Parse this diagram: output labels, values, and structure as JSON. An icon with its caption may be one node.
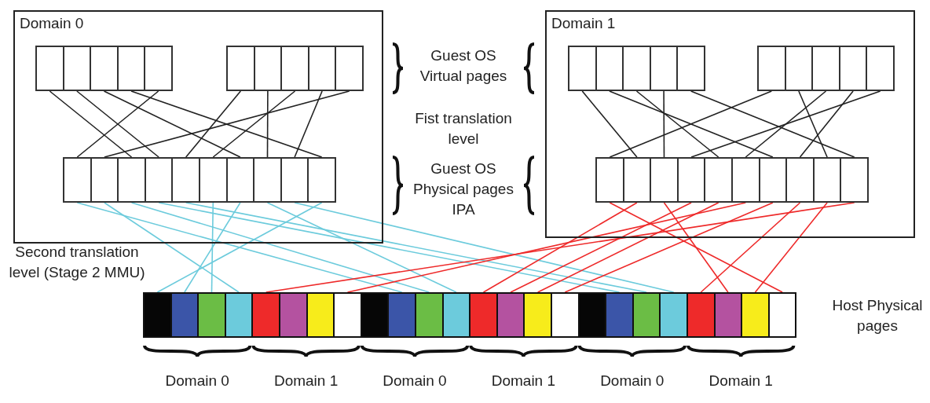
{
  "diagram": {
    "nodes": [
      {
        "text": [
          "Domain 0"
        ]
      },
      {
        "text": [],
        "shape": "box",
        "in": 0
      },
      {
        "text": [],
        "shape": "box",
        "in": 0
      },
      {
        "text": [],
        "shape": "box",
        "in": 0
      },
      {
        "text": [],
        "shape": "box",
        "in": 0
      },
      {
        "text": [],
        "shape": "box",
        "in": 0
      },
      {
        "text": [],
        "shape": "box",
        "in": 0
      },
      {
        "text": [],
        "shape": "box",
        "in": 0
      },
      {
        "text": [],
        "shape": "box",
        "in": 0
      },
      {
        "text": [],
        "shape": "box",
        "in": 0
      },
      {
        "text": [],
        "shape": "box",
        "in": 0
      },
      {
        "text": [],
        "shape": "box",
        "in": 0
      },
      {
        "text": [],
        "shape": "box",
        "in": 0
      },
      {
        "text": [],
        "shape": "box",
        "in": 0
      },
      {
        "text": [],
        "shape": "box",
        "in": 0
      },
      {
        "text": [],
        "shape": "box",
        "in": 0
      },
      {
        "text": [],
        "shape": "box",
        "in": 0
      },
      {
        "text": [],
        "shape": "box",
        "in": 0
      },
      {
        "text": [],
        "shape": "box",
        "in": 0
      },
      {
        "text": [],
        "shape": "box",
        "in": 0
      },
      {
        "text": [],
        "shape": "box",
        "in": 0
      },
      {
        "text": [
          "Domain 1"
        ]
      },
      {
        "text": [],
        "shape": "box",
        "in": 21
      },
      {
        "text": [],
        "shape": "box",
        "in": 21
      },
      {
        "text": [],
        "shape": "box",
        "in": 21
      },
      {
        "text": [],
        "shape": "box",
        "in": 21
      },
      {
        "text": [],
        "shape": "box",
        "in": 21
      },
      {
        "text": [],
        "shape": "box",
        "in": 21
      },
      {
        "text": [],
        "shape": "box",
        "in": 21
      },
      {
        "text": [],
        "shape": "box",
        "in": 21
      },
      {
        "text": [],
        "shape": "box",
        "in": 21
      },
      {
        "text": [],
        "shape": "box",
        "in": 21
      },
      {
        "text": [],
        "shape": "box",
        "in": 21
      },
      {
        "text": [],
        "shape": "box",
        "in": 21
      },
      {
        "text": [],
        "shape": "box",
        "in": 21
      },
      {
        "text": [],
        "shape": "box",
        "in": 21
      },
      {
        "text": [],
        "shape": "box",
        "in": 21
      },
      {
        "text": [],
        "shape": "box",
        "in": 21
      },
      {
        "text": [],
        "shape": "box",
        "in": 21
      },
      {
        "text": [],
        "shape": "box",
        "in": 21
      },
      {
        "text": [],
        "shape": "box",
        "in": 21
      },
      {
        "text": [],
        "shape": "box",
        "in": 21
      },
      {
        "text": [],
        "shape": "box"
      },
      {
        "text": [],
        "shape": "box"
      },
      {
        "text": [],
        "shape": "box"
      },
      {
        "text": [],
        "shape": "box"
      },
      {
        "text": [],
        "shape": "box"
      },
      {
        "text": [],
        "shape": "box"
      },
      {
        "text": [],
        "shape": "box"
      },
      {
        "text": [],
        "shape": "box"
      },
      {
        "text": [],
        "shape": "box"
      },
      {
        "text": [],
        "shape": "box"
      },
      {
        "text": [],
        "shape": "box"
      },
      {
        "text": [],
        "shape": "box"
      },
      {
        "text": [],
        "shape": "box"
      },
      {
        "text": [],
        "shape": "box"
      },
      {
        "text": [],
        "shape": "box"
      },
      {
        "text": [],
        "shape": "box"
      },
      {
        "text": [],
        "shape": "box"
      },
      {
        "text": [],
        "shape": "box"
      },
      {
        "text": [],
        "shape": "box"
      },
      {
        "text": [],
        "shape": "box"
      },
      {
        "text": [],
        "shape": "box"
      },
      {
        "text": [],
        "shape": "box"
      },
      {
        "text": [],
        "shape": "box"
      },
      {
        "text": [],
        "shape": "box"
      }
    ],
    "edges": [
      {
        "from": 1,
        "to": 13,
        "arrow": "none"
      },
      {
        "from": 2,
        "to": 14,
        "arrow": "none"
      },
      {
        "from": 3,
        "to": 17,
        "arrow": "none"
      },
      {
        "from": 4,
        "to": 20,
        "arrow": "none"
      },
      {
        "from": 5,
        "to": 11,
        "arrow": "none"
      },
      {
        "from": 6,
        "to": 15,
        "arrow": "none"
      },
      {
        "from": 7,
        "to": 18,
        "arrow": "none"
      },
      {
        "from": 8,
        "to": 16,
        "arrow": "none"
      },
      {
        "from": 9,
        "to": 19,
        "arrow": "none"
      },
      {
        "from": 10,
        "to": 12,
        "arrow": "none"
      },
      {
        "from": 22,
        "to": 33,
        "arrow": "none"
      },
      {
        "from": 23,
        "to": 38,
        "arrow": "none"
      },
      {
        "from": 24,
        "to": 36,
        "arrow": "none"
      },
      {
        "from": 25,
        "to": 34,
        "arrow": "none"
      },
      {
        "from": 26,
        "to": 41,
        "arrow": "none"
      },
      {
        "from": 27,
        "to": 32,
        "arrow": "none"
      },
      {
        "from": 28,
        "to": 40,
        "arrow": "none"
      },
      {
        "from": 29,
        "to": 37,
        "arrow": "none"
      },
      {
        "from": 30,
        "to": 39,
        "arrow": "none"
      },
      {
        "from": 31,
        "to": 35,
        "arrow": "none"
      },
      {
        "from": 11,
        "to": 51,
        "arrow": "none",
        "color": "#6ccbdc"
      },
      {
        "from": 12,
        "to": 45,
        "arrow": "none",
        "color": "#6ccbdc"
      },
      {
        "from": 13,
        "to": 52,
        "arrow": "none",
        "color": "#6ccbdc"
      },
      {
        "from": 14,
        "to": 59,
        "arrow": "none",
        "color": "#6ccbdc"
      },
      {
        "from": 15,
        "to": 60,
        "arrow": "none",
        "color": "#6ccbdc"
      },
      {
        "from": 16,
        "to": 44,
        "arrow": "none",
        "color": "#6ccbdc"
      },
      {
        "from": 17,
        "to": 43,
        "arrow": "none",
        "color": "#6ccbdc"
      },
      {
        "from": 18,
        "to": 53,
        "arrow": "none",
        "color": "#6ccbdc"
      },
      {
        "from": 19,
        "to": 61,
        "arrow": "none",
        "color": "#6ccbdc"
      },
      {
        "from": 20,
        "to": 42,
        "arrow": "none",
        "color": "#6ccbdc"
      },
      {
        "from": 32,
        "to": 65,
        "arrow": "none",
        "color": "#ee2a2a"
      },
      {
        "from": 33,
        "to": 54,
        "arrow": "none",
        "color": "#ee2a2a"
      },
      {
        "from": 34,
        "to": 63,
        "arrow": "none",
        "color": "#ee2a2a"
      },
      {
        "from": 35,
        "to": 55,
        "arrow": "none",
        "color": "#ee2a2a"
      },
      {
        "from": 36,
        "to": 56,
        "arrow": "none",
        "color": "#ee2a2a"
      },
      {
        "from": 37,
        "to": 49,
        "arrow": "none",
        "color": "#ee2a2a"
      },
      {
        "from": 38,
        "to": 57,
        "arrow": "none",
        "color": "#ee2a2a"
      },
      {
        "from": 39,
        "to": 62,
        "arrow": "none",
        "color": "#ee2a2a"
      },
      {
        "from": 40,
        "to": 64,
        "arrow": "none",
        "color": "#ee2a2a"
      },
      {
        "from": 41,
        "to": 46,
        "arrow": "none",
        "color": "#ee2a2a"
      }
    ],
    "labels": [
      "Guest OS Virtual pages",
      "Fist translation level",
      "Guest OS Physical pages IPA",
      "Second translation level (Stage 2 MMU)",
      "Host Physical pages",
      "Domain 0",
      "Domain 1",
      "Domain 0",
      "Domain 1",
      "Domain 0",
      "Domain 1"
    ]
  }
}
